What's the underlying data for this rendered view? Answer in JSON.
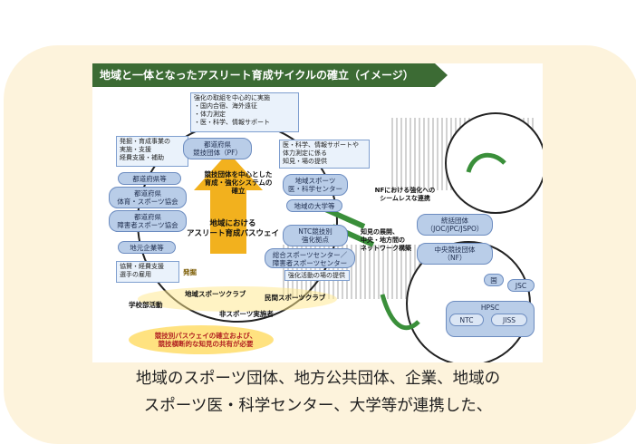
{
  "banner": {
    "title": "地域と一体となったアスリート育成サイクルの確立（イメージ）"
  },
  "left_boxes": {
    "top_box": [
      "強化の取組を中心的に実施",
      "・国内合宿、海外遠征",
      "・体力測定",
      "・医・科学、情報サポート"
    ],
    "support_box": [
      "発掘・育成事業の",
      "実施・支援",
      "経費支援・補助"
    ],
    "employ_box": [
      "協賛・経費支援",
      "選手の雇用"
    ],
    "right_box": [
      "医・科学、情報サポートや",
      "体力測定に係る",
      "知見・場の提供"
    ],
    "venue_box": "強化活動の場の提供"
  },
  "pills": {
    "pref_nf": "都道府県\n競技団体（PF）",
    "pref_etc": "都道府県等",
    "pref_sport": "都道府県\n体育・スポーツ協会",
    "pref_para": "都道府県\n障害者スポーツ協会",
    "local_company": "地元企業等",
    "regional_center": "地域スポーツ\n医・科学センター",
    "universities": "地域の大学等",
    "ntc_hub": "NTC競技別\n強化拠点",
    "sports_center": "総合スポーツセンター／\n障害者スポーツセンター"
  },
  "center": {
    "system_label": "競技団体を中心とした\n育成・強化システムの\n確立",
    "pathway_label": "地域における\nアスリート育成パスウェイ",
    "discover_label": "発掘",
    "school_club": "学校部活動",
    "local_club": "地域スポーツクラブ",
    "private_club": "民間スポーツクラブ",
    "non_athlete": "非スポーツ実施者",
    "bottom_note": "競技別パスウェイの確立および、\n競技横断的な知見の共有が必要"
  },
  "right": {
    "nf_link": "NFにおける強化への\nシームレスな連携",
    "network_note": "知見の展開、\n中央・地方間の\nネットワーク構築",
    "top_org": "統括団体\n（JOC/JPC/JSPO）",
    "central_nf": "中央競技団体\n（NF）",
    "country": "国",
    "jsc": "JSC",
    "hpsc": "HPSC",
    "ntc": "NTC",
    "jiss": "JISS"
  },
  "caption": {
    "line1": "地域のスポーツ団体、地方公共団体、企業、地域の",
    "line2": "スポーツ医・科学センター、大学等が連携した、"
  }
}
